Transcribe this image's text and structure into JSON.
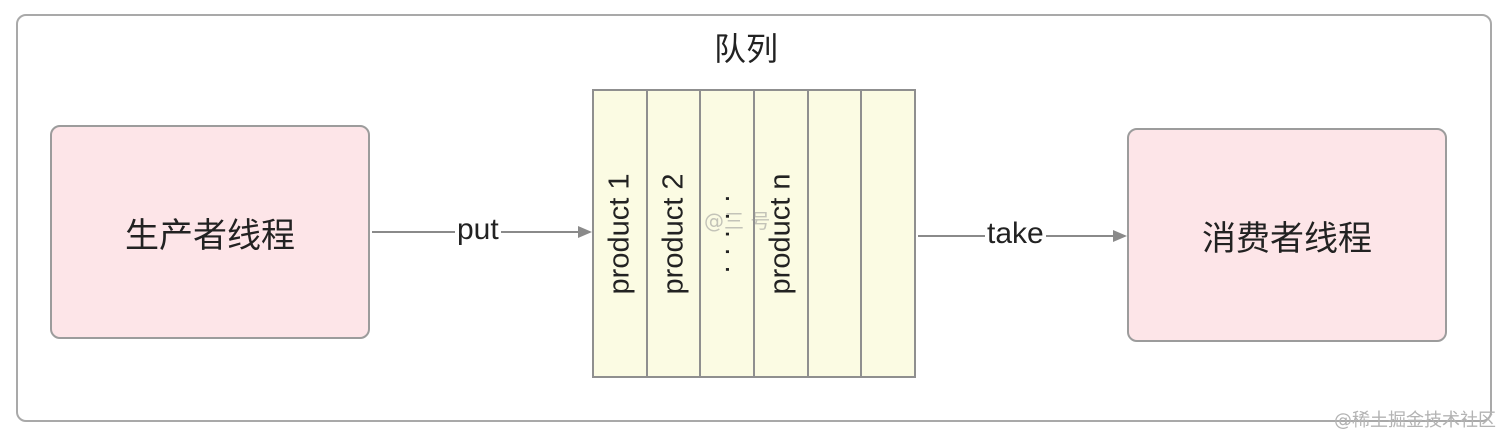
{
  "diagram": {
    "queue_title": "队列",
    "producer_label": "生产者线程",
    "consumer_label": "消费者线程",
    "put_label": "put",
    "take_label": "take",
    "queue_cells": [
      "product 1",
      "product 2",
      "· · · · ·",
      "product n",
      "",
      ""
    ]
  },
  "watermarks": {
    "center": "@三  号",
    "corner": "@稀土掘金技术社区"
  },
  "colors": {
    "thread_fill": "#fde5e8",
    "queue_fill": "#fbfbe3",
    "border": "#9c9c9c",
    "arrow": "#8a8a8a"
  }
}
